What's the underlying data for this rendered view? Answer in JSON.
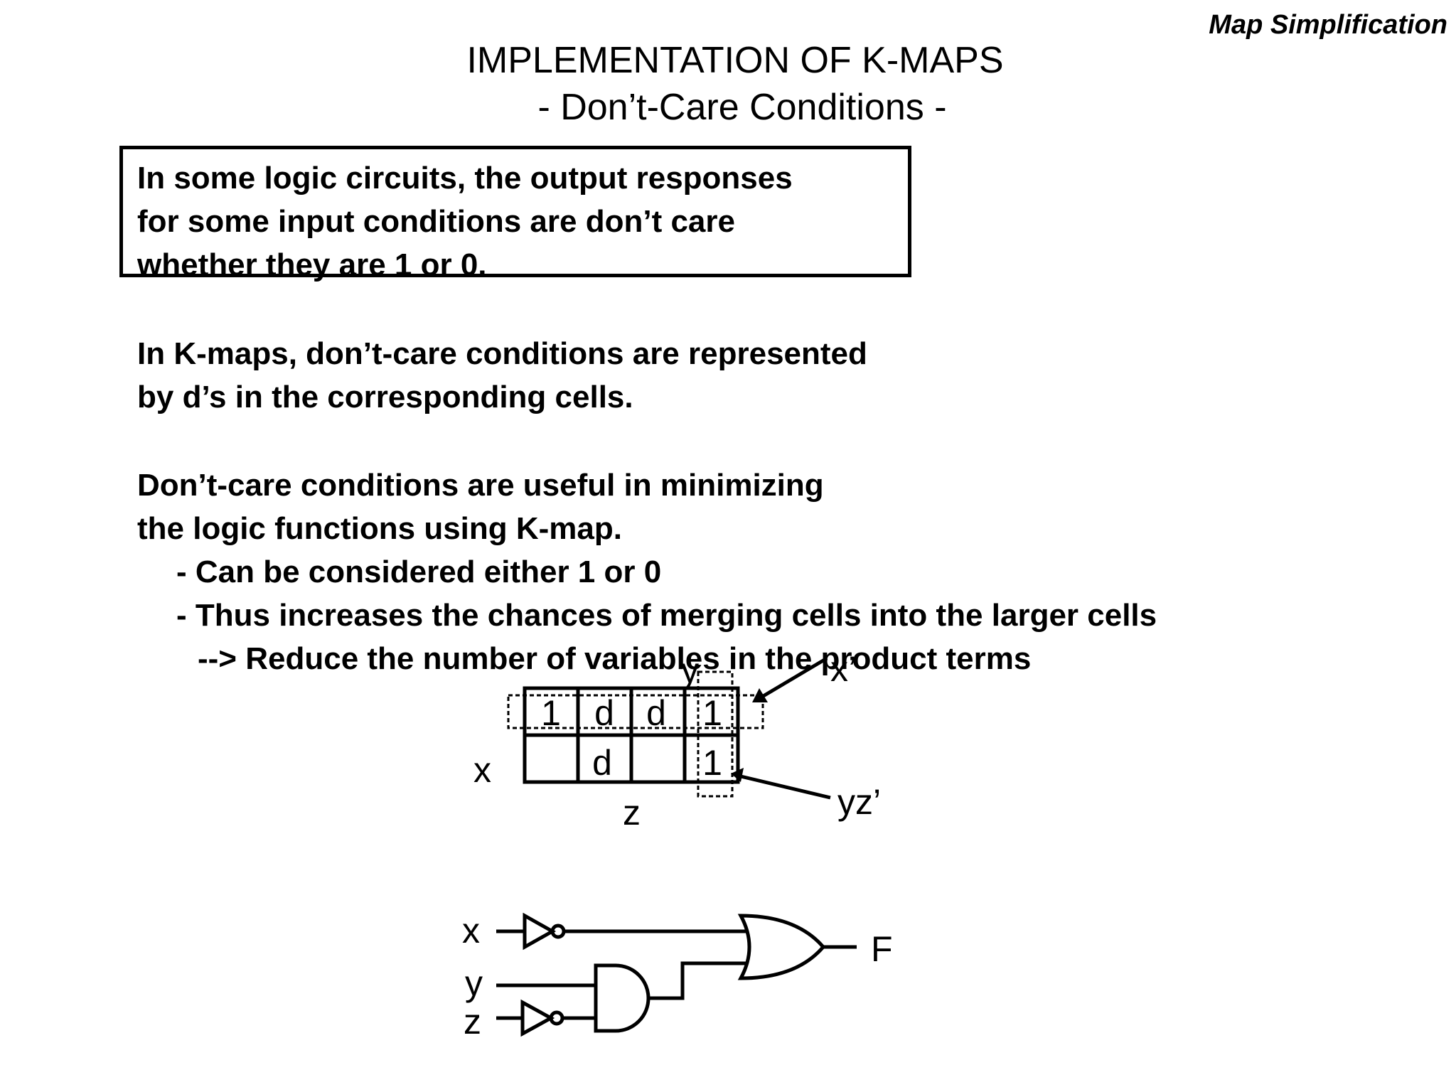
{
  "header": {
    "section": "Map Simplification"
  },
  "title": {
    "line1": "IMPLEMENTATION  OF  K-MAPS",
    "line2": "- Don’t-Care  Conditions -"
  },
  "boxed_text": [
    "In some logic circuits, the output responses",
    "for some input conditions are don’t care",
    "whether they are 1 or 0."
  ],
  "para_kmaps": [
    "In K-maps, don’t-care conditions are represented",
    "by d’s in the corresponding cells."
  ],
  "para_useful": [
    "Don’t-care conditions are useful in minimizing",
    "the logic functions using K-map."
  ],
  "bullets": [
    "- Can be considered either 1 or 0",
    "- Thus increases the chances of merging cells into the larger cells",
    "--> Reduce the number of variables in the product terms"
  ],
  "kmap": {
    "var_y": "y",
    "var_x": "x",
    "var_z": "z",
    "row1": [
      "1",
      "d",
      "d",
      "1"
    ],
    "row2": [
      "",
      "d",
      "",
      "1"
    ],
    "group_x_label": "x’",
    "group_yz_label": "yz’"
  },
  "circuit": {
    "in_x": "x",
    "in_y": "y",
    "in_z": "z",
    "out": "F"
  }
}
